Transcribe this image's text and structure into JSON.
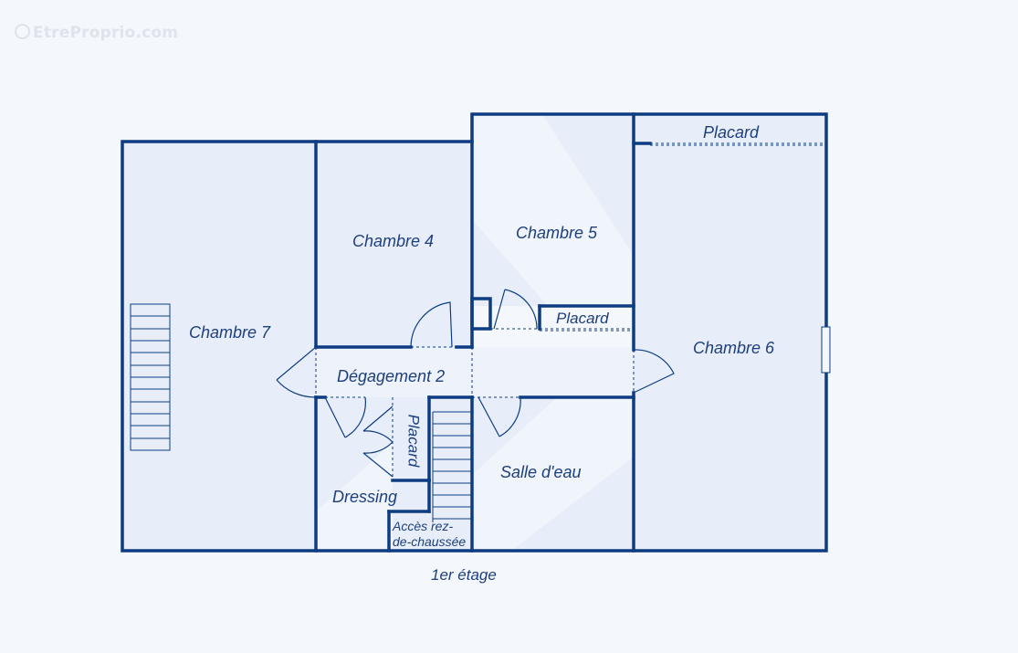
{
  "watermark": "EtreProprio.com",
  "rooms": {
    "chambre7": "Chambre 7",
    "chambre4": "Chambre 4",
    "chambre5": "Chambre 5",
    "chambre6": "Chambre 6",
    "placard_top": "Placard",
    "placard_mid": "Placard",
    "placard_vertical": "Placard",
    "degagement2": "Dégagement 2",
    "salle_deau": "Salle d'eau",
    "dressing": "Dressing",
    "acces_line1": "Accès rez-",
    "acces_line2": "de-chaussée"
  },
  "floor_label": "1er étage",
  "colors": {
    "wall": "#0d3c82",
    "background": "#f4f7fc",
    "room_fill": "#e8eef9",
    "text": "#1d3f7c"
  }
}
